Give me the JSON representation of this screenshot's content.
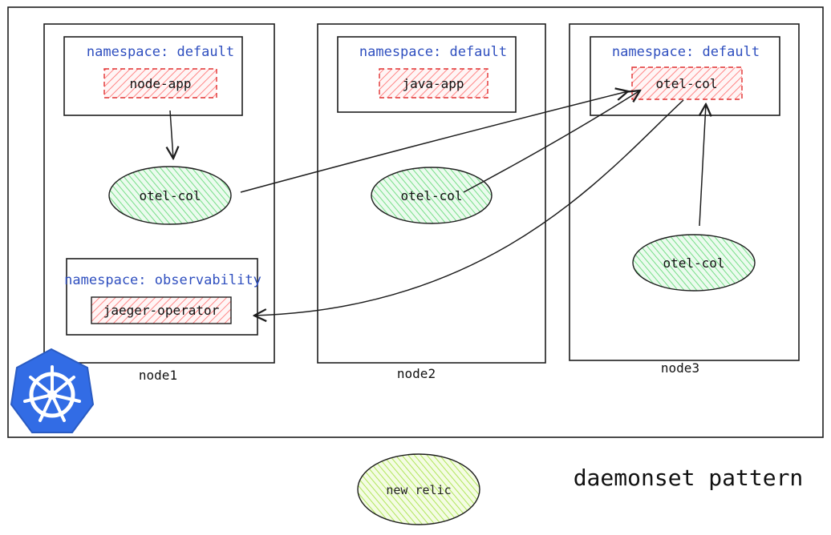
{
  "title": "daemonset pattern",
  "nodes": [
    {
      "label": "node1",
      "namespace_default": "namespace: default",
      "app": "node-app",
      "collector": "otel-col",
      "namespace_observability": "namespace: observability",
      "operator": "jaeger-operator"
    },
    {
      "label": "node2",
      "namespace_default": "namespace: default",
      "app": "java-app",
      "collector": "otel-col"
    },
    {
      "label": "node3",
      "namespace_default": "namespace: default",
      "app": "otel-col",
      "collector": "otel-col"
    }
  ],
  "external": {
    "label": "new relic"
  },
  "icons": {
    "cluster_logo": "kubernetes-helm-icon"
  },
  "colors": {
    "namespace_text": "#2f4fbf",
    "app_border": "#e03131",
    "app_fill": "#ffc9c9",
    "collector_fill": "#b2f2bb",
    "external_fill": "#d8f5a2",
    "logo": "#326ce5"
  }
}
